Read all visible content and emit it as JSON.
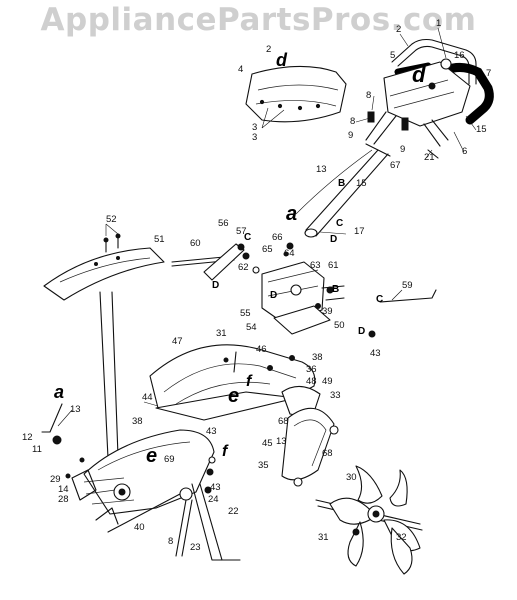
{
  "watermark": "AppliancePartsPros.com",
  "part_numbers": {
    "n1": "1",
    "n2": "2",
    "n3": "3",
    "n3b": "3",
    "n4": "4",
    "n5": "5",
    "n6": "6",
    "n7": "7",
    "n8": "8",
    "n8b": "8",
    "n8c": "8",
    "n9": "9",
    "n9b": "9",
    "n11": "11",
    "n12": "12",
    "n13": "13",
    "n13b": "13",
    "n14": "14",
    "n15": "15",
    "n15b": "15",
    "n16": "16",
    "n17": "17",
    "n21": "21",
    "n22": "22",
    "n23": "23",
    "n24": "24",
    "n28": "28",
    "n29": "29",
    "n30": "30",
    "n31": "31",
    "n31b": "31",
    "n32": "32",
    "n33": "33",
    "n35": "35",
    "n36": "36",
    "n38": "38",
    "n38b": "38",
    "n39": "39",
    "n40": "40",
    "n43": "43",
    "n43b": "43",
    "n43c": "43",
    "n44": "44",
    "n45": "45",
    "n46": "46",
    "n47": "47",
    "n48": "48",
    "n49": "49",
    "n50": "50",
    "n51": "51",
    "n52": "52",
    "n54": "54",
    "n55": "55",
    "n56": "56",
    "n57": "57",
    "n59": "59",
    "n60": "60",
    "n61": "61",
    "n62": "62",
    "n63": "63",
    "n64": "64",
    "n65": "65",
    "n66": "66",
    "n67": "67",
    "n68": "68",
    "n68b": "68",
    "n69": "69"
  },
  "reference_letters": {
    "a1": "a",
    "a2": "a",
    "b1": "B",
    "b2": "B",
    "c1": "C",
    "c2": "C",
    "c3": "C",
    "d1": "d",
    "d2": "d",
    "d3": "D",
    "d4": "D",
    "d5": "D",
    "d6": "D",
    "e1": "e",
    "e2": "e",
    "f1": "f",
    "f2": "f"
  }
}
